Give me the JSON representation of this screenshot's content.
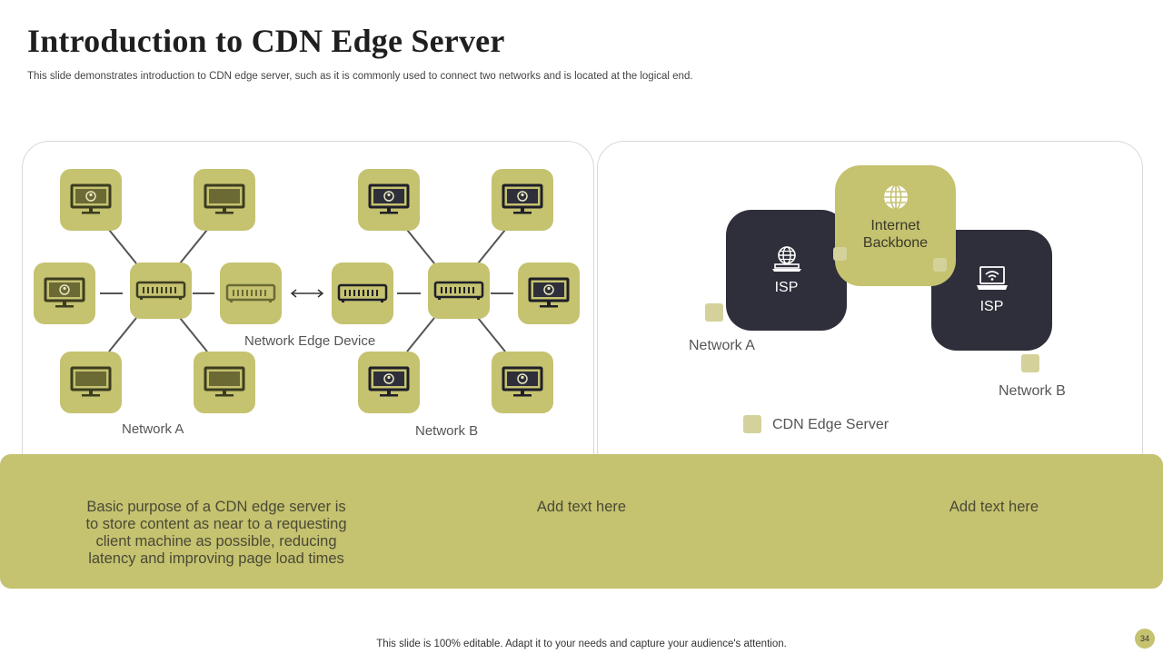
{
  "header": {
    "title": "Introduction to CDN Edge Server",
    "subtitle": "This slide demonstrates introduction to CDN edge server, such as it is commonly used to connect two networks and is located at the logical end."
  },
  "left_diagram": {
    "network_a_label": "Network A",
    "network_b_label": "Network B",
    "edge_device_label": "Network Edge Device"
  },
  "right_diagram": {
    "isp_left_label": "ISP",
    "isp_right_label": "ISP",
    "backbone_label_line1": "Internet",
    "backbone_label_line2": "Backbone",
    "network_a_label": "Network A",
    "network_b_label": "Network B",
    "legend_label": "CDN Edge Server"
  },
  "band": {
    "text_1": "Basic purpose of a CDN edge server is to store content as near to a requesting client machine as possible, reducing latency and improving page load times",
    "text_2": "Add text here",
    "text_3": "Add text here"
  },
  "footer": {
    "note": "This slide is 100% editable. Adapt it to your needs and capture your audience's attention.",
    "page_number": "34"
  },
  "colors": {
    "accent_olive": "#c5c270",
    "dark_card": "#2e2f3a",
    "edge_square": "#d4d29a"
  },
  "icons": [
    "monitor-user-icon",
    "monitor-icon",
    "switch-icon",
    "double-arrow-icon",
    "globe-icon",
    "laptop-globe-icon",
    "laptop-wifi-icon"
  ]
}
